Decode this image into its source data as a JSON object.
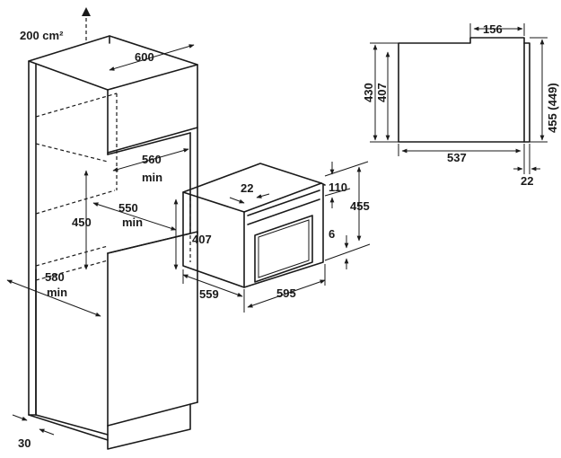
{
  "diagram": {
    "ventilation_label": "200 cm²",
    "cabinet": {
      "width": "600",
      "niche_width": "560",
      "niche_width_min": "min",
      "niche_height": "450",
      "niche_depth": "550",
      "niche_depth_min": "min",
      "depth": "580",
      "depth_min": "min",
      "plinth": "30"
    },
    "appliance": {
      "top_offset": "22",
      "panel_height": "110",
      "front_height": "455",
      "body_height": "407",
      "gap": "6",
      "body_depth": "559",
      "front_width": "595"
    },
    "side_view": {
      "top_width": "156",
      "height_outer": "430",
      "height_inner": "407",
      "height_total": "455 (449)",
      "depth": "537",
      "front_thickness": "22"
    }
  }
}
